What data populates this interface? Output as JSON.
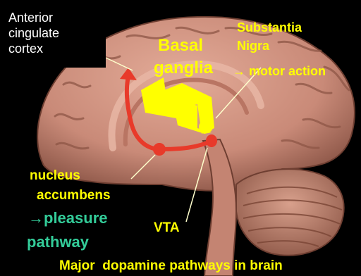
{
  "labels": {
    "anterior_cingulate": [
      "Anterior",
      "cingulate",
      "cortex"
    ],
    "basal_ganglia": [
      "Basal",
      "ganglia"
    ],
    "motor_action": "→ motor action",
    "substantia_nigra": [
      "Substantia",
      "Nigra"
    ],
    "nucleus_accumbens": [
      "nucleus",
      "accumbens"
    ],
    "pleasure_pathway": [
      "→pleasure",
      "pathway"
    ],
    "vta": "VTA",
    "caption": "Major  dopamine pathways in brain"
  },
  "colors": {
    "background": "#000000",
    "brain": "#c98a78",
    "brain_shadow": "#8e5646",
    "brain_highlight": "#e8b2a0",
    "label_yellow": "#ffff00",
    "label_green": "#33cc99",
    "pathway_red": "#e83a2a",
    "basal_ganglia_arrow": "#ffff00"
  }
}
